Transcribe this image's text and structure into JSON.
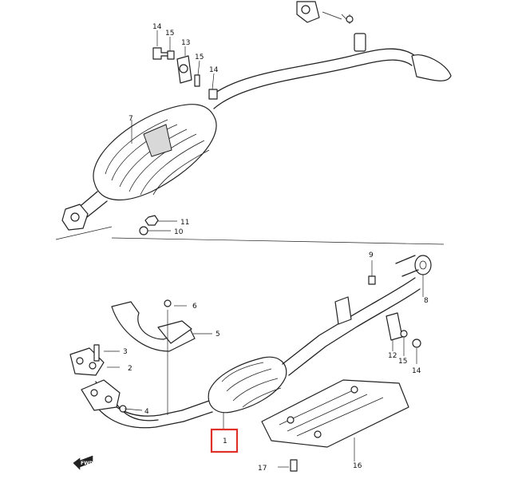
{
  "labels": {
    "l1": "1",
    "l2": "2",
    "l3": "3",
    "l4": "4",
    "l5": "5",
    "l6": "6",
    "l7": "7",
    "l8": "8",
    "l9": "9",
    "l10": "10",
    "l11": "11",
    "l12": "12",
    "l13": "13",
    "l14a": "14",
    "l14b": "14",
    "l14c": "14",
    "l15a": "15",
    "l15b": "15",
    "l15c": "15",
    "l16": "16",
    "l17": "17"
  },
  "fwd": "FWD",
  "highlight_color": "#e0302a"
}
